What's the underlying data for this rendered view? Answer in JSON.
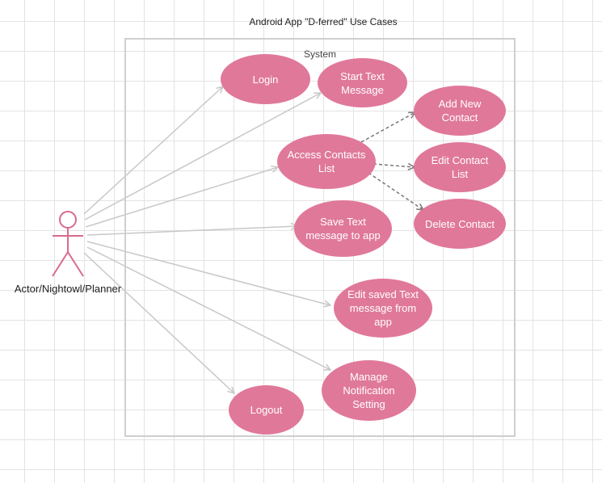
{
  "title": "Android App \"D-ferred\" Use Cases",
  "system_label": "System",
  "actor": {
    "label": "Actor/Nightowl/Planner"
  },
  "use_cases": {
    "login": "Login",
    "start_text": "Start Text\nMessage",
    "access_contacts": "Access Contacts\nList",
    "add_contact": "Add New\nContact",
    "edit_contact": "Edit Contact\nList",
    "delete_contact": "Delete Contact",
    "save_text": "Save Text\nmessage to app",
    "edit_saved": "Edit saved Text\nmessage from\napp",
    "manage_notification": "Manage\nNotification\nSetting",
    "logout": "Logout"
  },
  "colors": {
    "usecase_fill": "#e0789a",
    "actor_stroke": "#d96b8c",
    "association_line": "#c8c8c8",
    "dependency_line": "#777777"
  }
}
